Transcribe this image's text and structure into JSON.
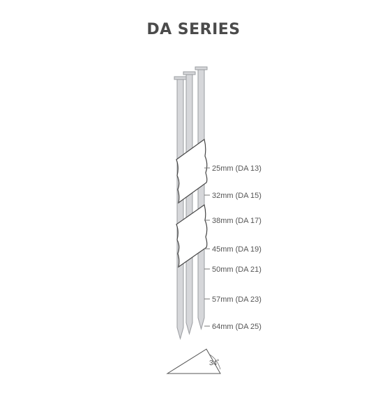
{
  "title": "DA SERIES",
  "lengths": [
    {
      "label": "25mm (DA 13)"
    },
    {
      "label": "32mm (DA 15)"
    },
    {
      "label": "38mm (DA 17)"
    },
    {
      "label": "45mm (DA 19)"
    },
    {
      "label": "50mm (DA 21)"
    },
    {
      "label": "57mm (DA 23)"
    },
    {
      "label": "64mm (DA 25)"
    }
  ],
  "angle": "34˚",
  "colors": {
    "nail_fill": "#d6d7da",
    "nail_stroke": "#9a9ca0",
    "strip_fill": "#ffffff",
    "strip_stroke": "#444444",
    "text": "#555555"
  }
}
